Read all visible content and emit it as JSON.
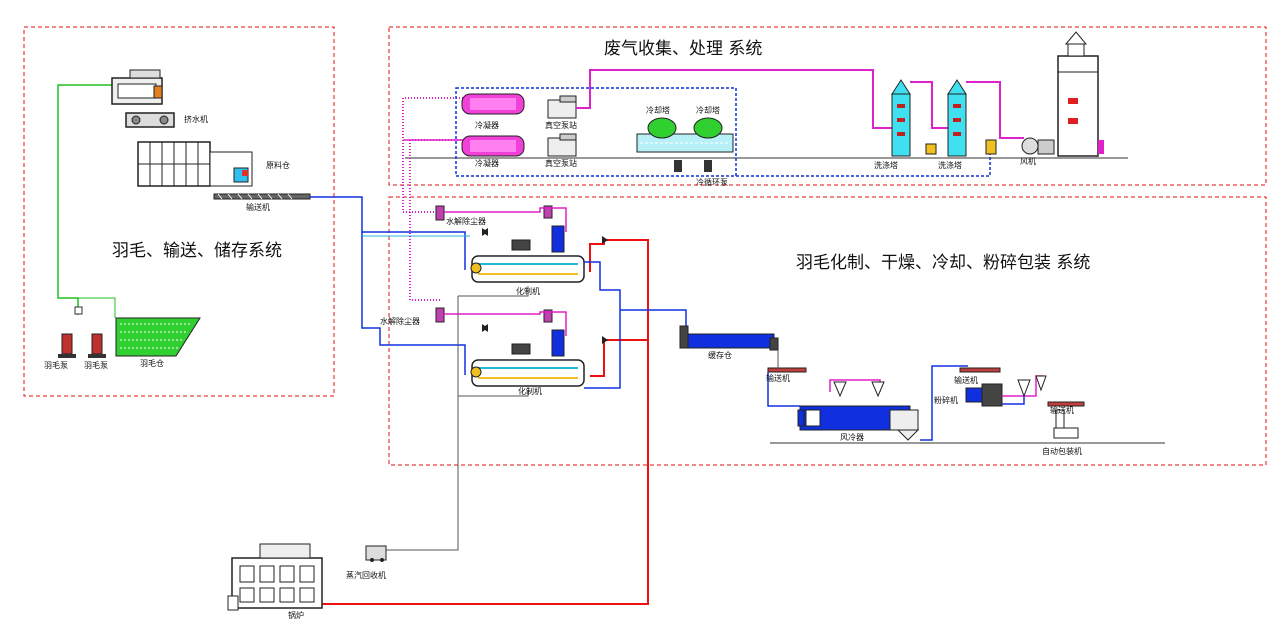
{
  "sections": {
    "waste_gas": "废气收集、处理 系统",
    "feather_store": "羽毛、输送、储存系统",
    "feather_process": "羽毛化制、干燥、冷却、粉碎包装 系统"
  },
  "labels": {
    "feather_pump_1": "羽毛泵",
    "feather_pump_2": "羽毛泵",
    "feather_bin": "羽毛仓",
    "squeezer": "挤水机",
    "raw_bin": "原料仓",
    "auger_1": "输送机",
    "condenser_1": "冷凝器",
    "condenser_2": "冷凝器",
    "vacuum_pump_1": "真空泵站",
    "vacuum_pump_2": "真空泵站",
    "cooling_tower_1": "冷却塔",
    "cooling_tower_2": "冷却塔",
    "circ_pump": "冷循环泵",
    "scrubber_1": "洗涤塔",
    "scrubber_2": "洗涤塔",
    "fan": "风机",
    "water_sep_1": "水解除尘器",
    "water_sep_2": "水解除尘器",
    "cooker_1": "化制机",
    "cooker_2": "化制机",
    "storage_bin": "缓存仓",
    "auger_2": "输送机",
    "air_cooler": "风冷器",
    "crusher": "粉碎机",
    "auger_3": "输送机",
    "auger_4": "输送机",
    "packer": "自动包装机",
    "steam_recovery": "蒸汽回收机",
    "boiler": "锅炉"
  },
  "colors": {
    "border": "#e01010",
    "pink": "#e020c8",
    "blue": "#1030e0",
    "red": "#ee1010",
    "green": "#20c020",
    "dark": "#333333",
    "gray": "#555555",
    "cyan": "#20b8d8"
  }
}
